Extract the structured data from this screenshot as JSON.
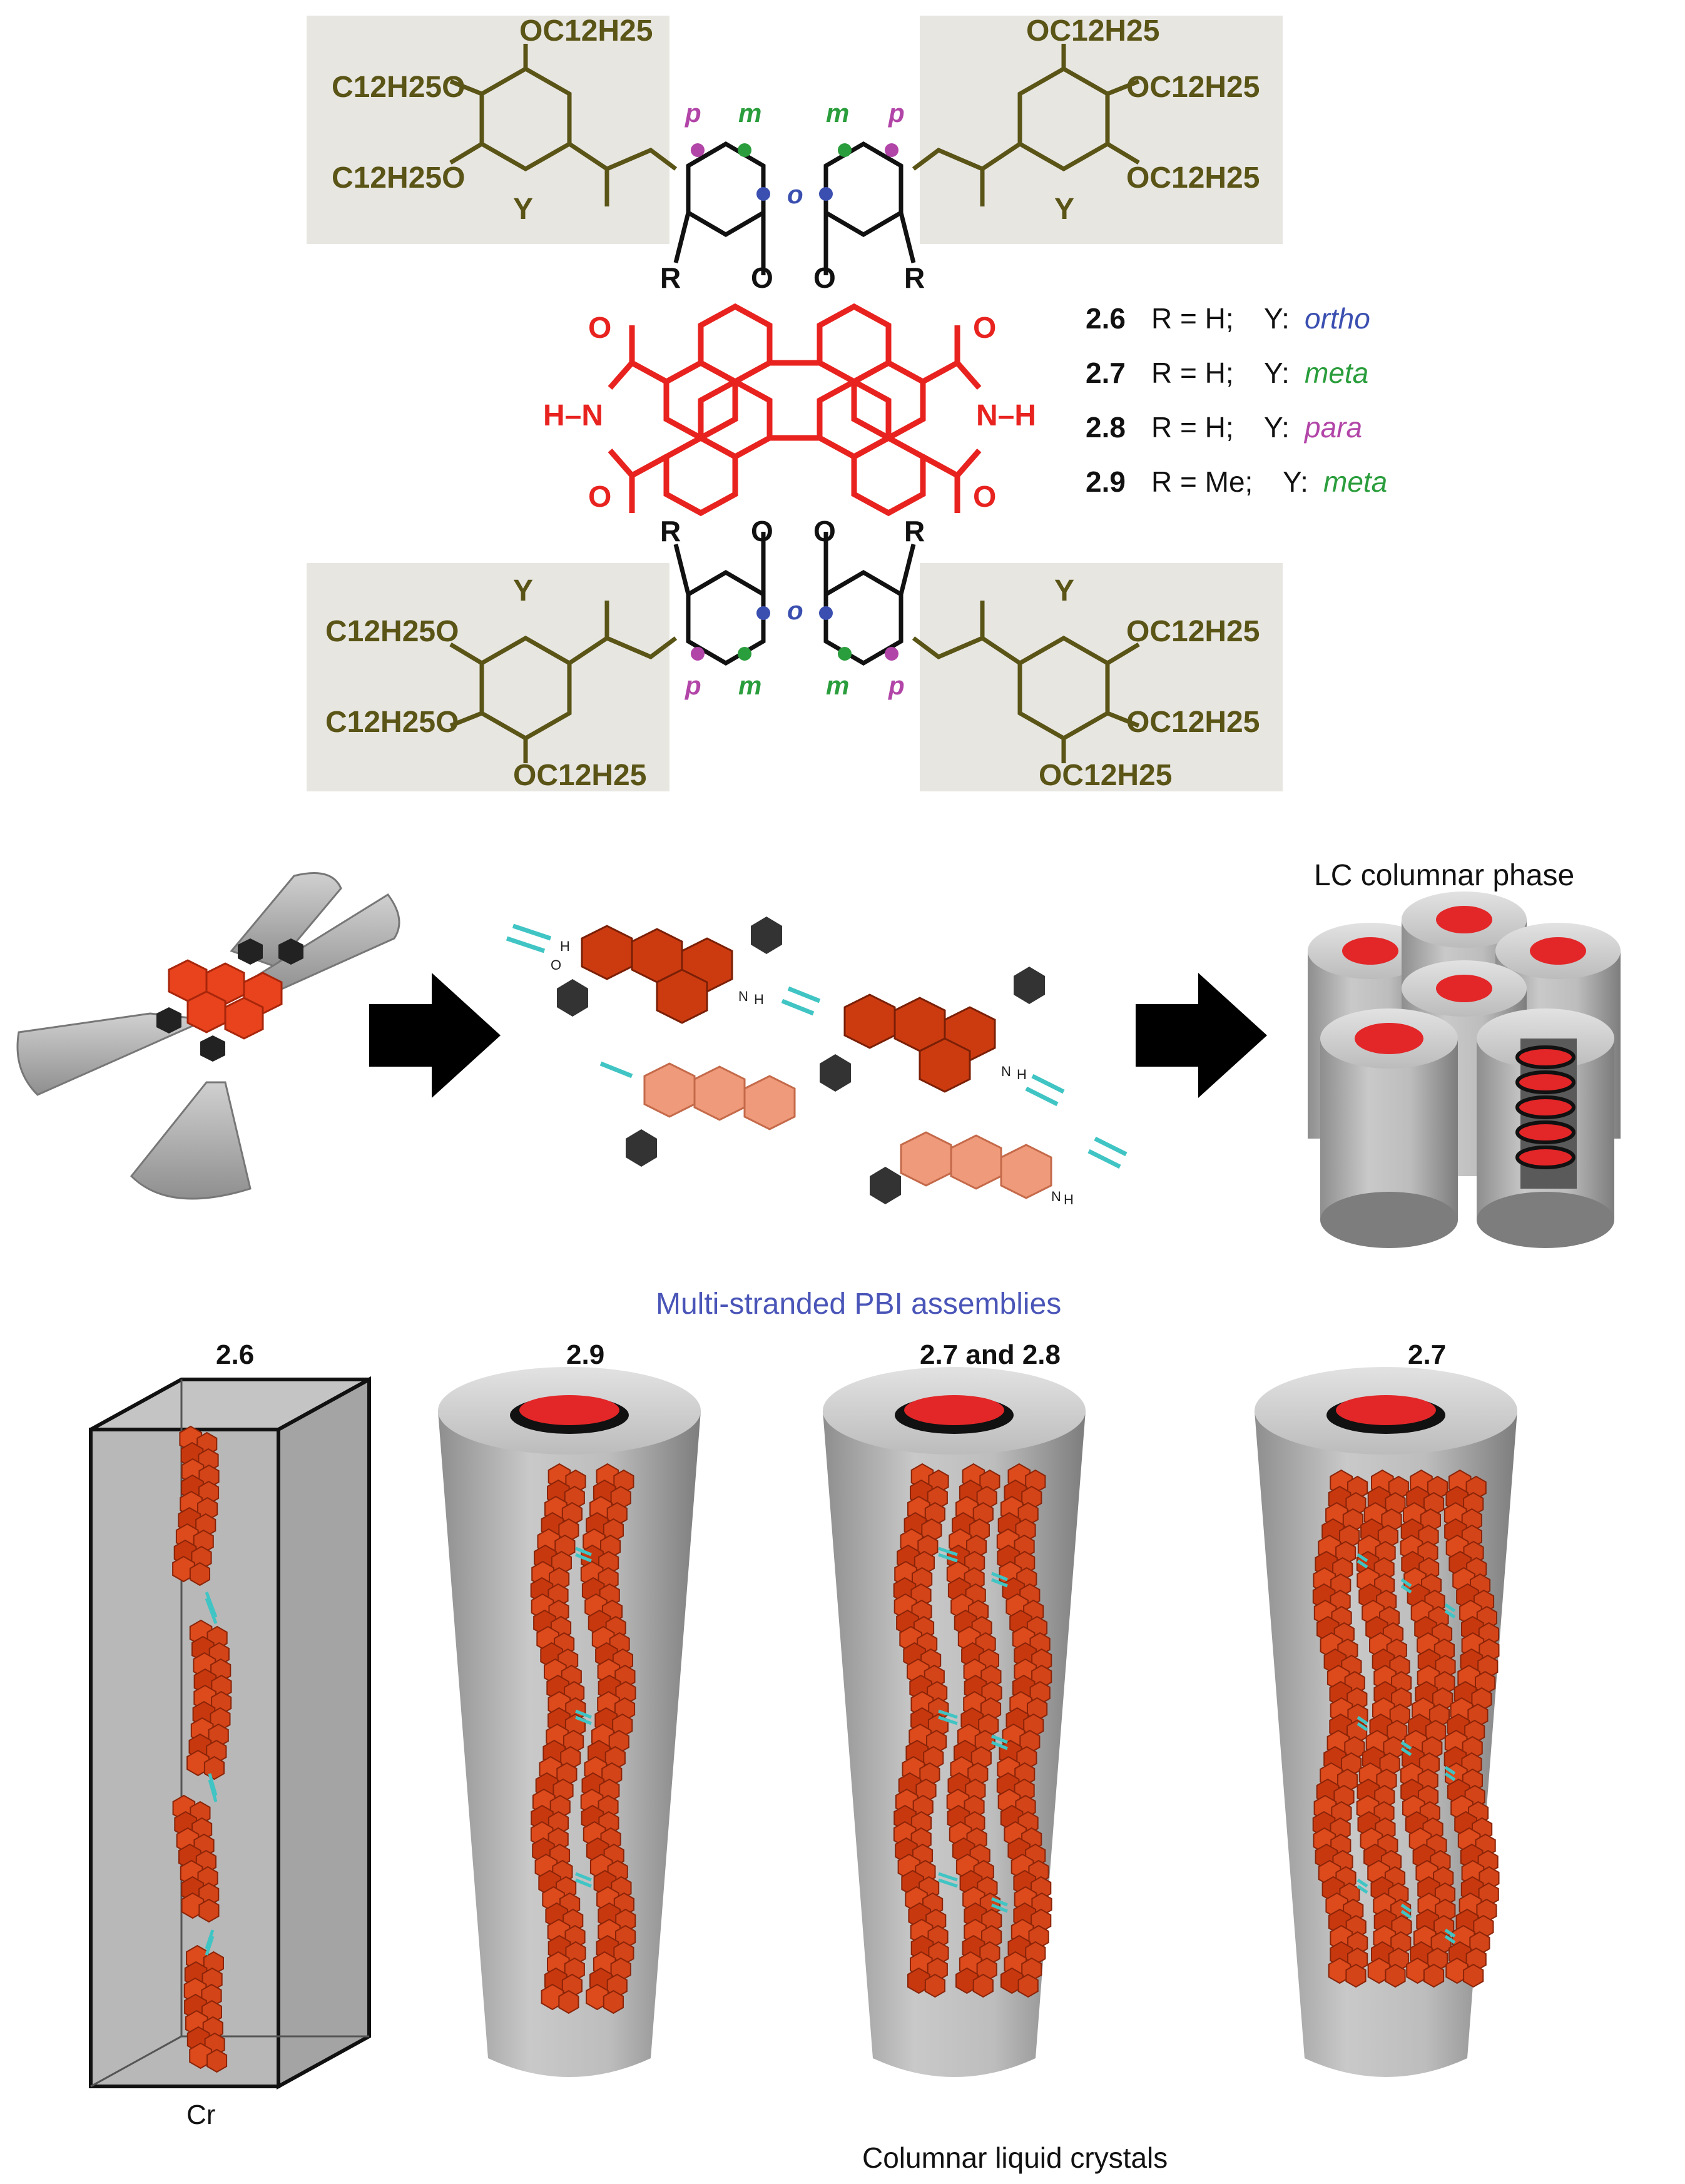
{
  "colors": {
    "olive": "#5a5416",
    "red": "#e8231f",
    "ortho": "#3a4fb0",
    "meta": "#2a9d3c",
    "para": "#b245a8",
    "box_bg": "#e7e6e1",
    "cylinder": "#b3b3b3",
    "hbond": "#40c4c4",
    "title_blue": "#4a55b8"
  },
  "molecule": {
    "substituents": {
      "top_left": [
        "OC12H25",
        "C12H25O",
        "C12H25O"
      ],
      "top_right": [
        "OC12H25",
        "OC12H25",
        "OC12H25"
      ],
      "bottom_left": [
        "C12H25O",
        "C12H25O",
        "OC12H25"
      ],
      "bottom_right": [
        "OC12H25",
        "OC12H25",
        "OC12H25"
      ]
    },
    "position_labels": {
      "p": "p",
      "m": "m",
      "o": "o"
    },
    "y": "Y",
    "r": "R",
    "core_o": "O",
    "imide_nh_left": "H–N",
    "imide_nh_right": "N–H",
    "carbonyl_o": "O",
    "compounds": [
      {
        "id": "2.6",
        "r": "R = H;",
        "y": "Y:",
        "pos": "ortho",
        "pos_color": "#3a4fb0"
      },
      {
        "id": "2.7",
        "r": "R = H;",
        "y": "Y:",
        "pos": "meta",
        "pos_color": "#2a9d3c"
      },
      {
        "id": "2.8",
        "r": "R = H;",
        "y": "Y:",
        "pos": "para",
        "pos_color": "#b245a8"
      },
      {
        "id": "2.9",
        "r": "R = Me;",
        "y": "Y:",
        "pos": "meta",
        "pos_color": "#2a9d3c"
      }
    ]
  },
  "middle": {
    "lc_label": "LC columnar phase",
    "hbond_n": "N",
    "hbond_h": "H",
    "hbond_o": "O"
  },
  "bottom": {
    "title": "Multi-stranded PBI assemblies",
    "panels": [
      {
        "label": "2.6",
        "strands": 1
      },
      {
        "label": "2.9",
        "strands": 2
      },
      {
        "label": "2.7 and 2.8",
        "strands": 3
      },
      {
        "label": "2.7",
        "strands": 4
      }
    ],
    "cr_label": "Cr",
    "footer": "Columnar liquid crystals"
  }
}
